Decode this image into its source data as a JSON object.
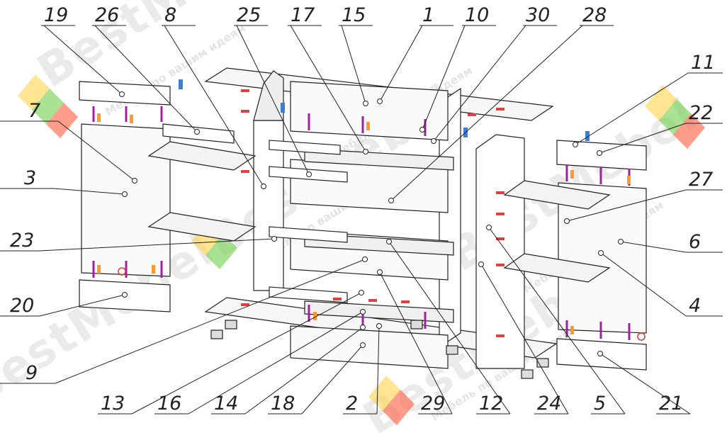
{
  "watermark": {
    "brand": "BestMebel",
    "tagline": "Мебель по вашим идеям"
  },
  "callouts": [
    {
      "num": "19"
    },
    {
      "num": "26"
    },
    {
      "num": "8"
    },
    {
      "num": "25"
    },
    {
      "num": "17"
    },
    {
      "num": "15"
    },
    {
      "num": "1"
    },
    {
      "num": "10"
    },
    {
      "num": "30"
    },
    {
      "num": "28"
    },
    {
      "num": "11"
    },
    {
      "num": "22"
    },
    {
      "num": "7"
    },
    {
      "num": "3"
    },
    {
      "num": "27"
    },
    {
      "num": "23"
    },
    {
      "num": "6"
    },
    {
      "num": "4"
    },
    {
      "num": "20"
    },
    {
      "num": "9"
    },
    {
      "num": "13"
    },
    {
      "num": "16"
    },
    {
      "num": "14"
    },
    {
      "num": "18"
    },
    {
      "num": "2"
    },
    {
      "num": "29"
    },
    {
      "num": "12"
    },
    {
      "num": "24"
    },
    {
      "num": "5"
    },
    {
      "num": "21"
    }
  ]
}
